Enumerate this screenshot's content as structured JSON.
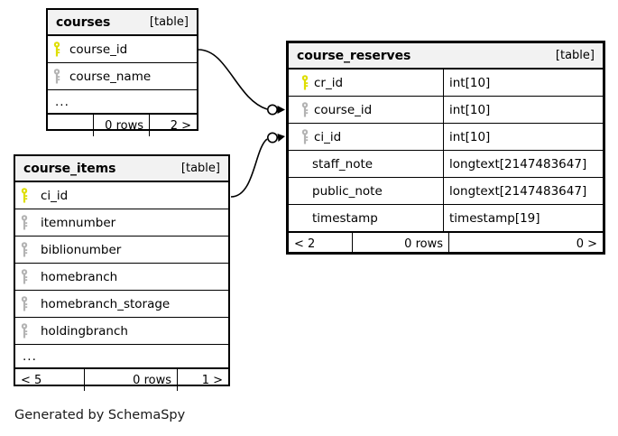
{
  "diagram": {
    "kind_label": "[table]",
    "credit": "Generated by SchemaSpy",
    "colors": {
      "primary_key": "#dede00",
      "foreign_key": "#b3b3b3",
      "header_background": "#f2f2f2",
      "border": "#000000",
      "background": "#ffffff"
    }
  },
  "tables": {
    "courses": {
      "name": "courses",
      "kind": "[table]",
      "columns": [
        {
          "key": "primary-key-icon",
          "name": "course_id",
          "type": ""
        },
        {
          "key": "foreign-key-icon",
          "name": "course_name",
          "type": ""
        }
      ],
      "truncated_marker": "...",
      "footer": {
        "left": "",
        "middle": "0 rows",
        "right": "2 >"
      }
    },
    "course_items": {
      "name": "course_items",
      "kind": "[table]",
      "columns": [
        {
          "key": "primary-key-icon",
          "name": "ci_id",
          "type": ""
        },
        {
          "key": "foreign-key-icon",
          "name": "itemnumber",
          "type": ""
        },
        {
          "key": "foreign-key-icon",
          "name": "biblionumber",
          "type": ""
        },
        {
          "key": "foreign-key-icon",
          "name": "homebranch",
          "type": ""
        },
        {
          "key": "foreign-key-icon",
          "name": "homebranch_storage",
          "type": ""
        },
        {
          "key": "foreign-key-icon",
          "name": "holdingbranch",
          "type": ""
        }
      ],
      "truncated_marker": "...",
      "footer": {
        "left": "< 5",
        "middle": "0 rows",
        "right": "1 >"
      }
    },
    "course_reserves": {
      "name": "course_reserves",
      "kind": "[table]",
      "columns": [
        {
          "key": "primary-key-icon",
          "name": "cr_id",
          "type": "int[10]"
        },
        {
          "key": "foreign-key-icon",
          "name": "course_id",
          "type": "int[10]"
        },
        {
          "key": "foreign-key-icon",
          "name": "ci_id",
          "type": "int[10]"
        },
        {
          "key": "none",
          "name": "staff_note",
          "type": "longtext[2147483647]"
        },
        {
          "key": "none",
          "name": "public_note",
          "type": "longtext[2147483647]"
        },
        {
          "key": "none",
          "name": "timestamp",
          "type": "timestamp[19]"
        }
      ],
      "truncated_marker": null,
      "footer": {
        "left": "< 2",
        "middle": "0 rows",
        "right": "0 >"
      }
    }
  },
  "relationships": [
    {
      "name": "courses-to-course-reserves",
      "from_table": "courses",
      "from_column": "course_id",
      "to_table": "course_reserves",
      "to_column": "course_id"
    },
    {
      "name": "course-items-to-course-reserves",
      "from_table": "course_items",
      "from_column": "ci_id",
      "to_table": "course_reserves",
      "to_column": "ci_id"
    }
  ]
}
